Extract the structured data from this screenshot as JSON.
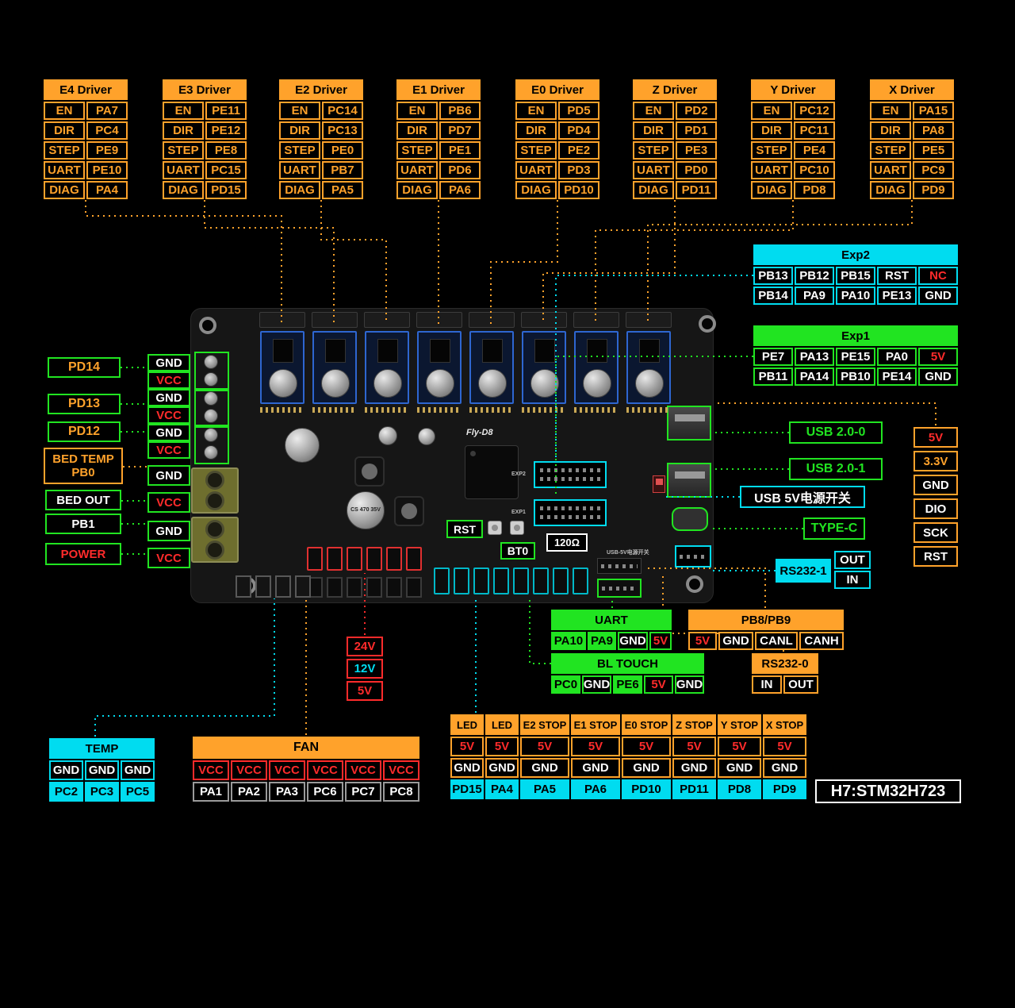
{
  "colors": {
    "orange": "#ffa22b",
    "cyan": "#00dcf0",
    "green": "#21e421",
    "red": "#ff2b2b"
  },
  "chip_label": "H7:STM32H723",
  "drivers": [
    {
      "title": "E4 Driver",
      "rows": [
        [
          "EN",
          "PA7"
        ],
        [
          "DIR",
          "PC4"
        ],
        [
          "STEP",
          "PE9"
        ],
        [
          "UART",
          "PE10"
        ],
        [
          "DIAG",
          "PA4"
        ]
      ]
    },
    {
      "title": "E3 Driver",
      "rows": [
        [
          "EN",
          "PE11"
        ],
        [
          "DIR",
          "PE12"
        ],
        [
          "STEP",
          "PE8"
        ],
        [
          "UART",
          "PC15"
        ],
        [
          "DIAG",
          "PD15"
        ]
      ]
    },
    {
      "title": "E2 Driver",
      "rows": [
        [
          "EN",
          "PC14"
        ],
        [
          "DIR",
          "PC13"
        ],
        [
          "STEP",
          "PE0"
        ],
        [
          "UART",
          "PB7"
        ],
        [
          "DIAG",
          "PA5"
        ]
      ]
    },
    {
      "title": "E1 Driver",
      "rows": [
        [
          "EN",
          "PB6"
        ],
        [
          "DIR",
          "PD7"
        ],
        [
          "STEP",
          "PE1"
        ],
        [
          "UART",
          "PD6"
        ],
        [
          "DIAG",
          "PA6"
        ]
      ]
    },
    {
      "title": "E0 Driver",
      "rows": [
        [
          "EN",
          "PD5"
        ],
        [
          "DIR",
          "PD4"
        ],
        [
          "STEP",
          "PE2"
        ],
        [
          "UART",
          "PD3"
        ],
        [
          "DIAG",
          "PD10"
        ]
      ]
    },
    {
      "title": "Z Driver",
      "rows": [
        [
          "EN",
          "PD2"
        ],
        [
          "DIR",
          "PD1"
        ],
        [
          "STEP",
          "PE3"
        ],
        [
          "UART",
          "PD0"
        ],
        [
          "DIAG",
          "PD11"
        ]
      ]
    },
    {
      "title": "Y Driver",
      "rows": [
        [
          "EN",
          "PC12"
        ],
        [
          "DIR",
          "PC11"
        ],
        [
          "STEP",
          "PE4"
        ],
        [
          "UART",
          "PC10"
        ],
        [
          "DIAG",
          "PD8"
        ]
      ]
    },
    {
      "title": "X Driver",
      "rows": [
        [
          "EN",
          "PA15"
        ],
        [
          "DIR",
          "PA8"
        ],
        [
          "STEP",
          "PE5"
        ],
        [
          "UART",
          "PC9"
        ],
        [
          "DIAG",
          "PD9"
        ]
      ]
    }
  ],
  "exp2": {
    "title": "Exp2",
    "rows": [
      [
        "PB13",
        "PB12",
        "PB15",
        "RST",
        "NC"
      ],
      [
        "PB14",
        "PA9",
        "PA10",
        "PE13",
        "GND"
      ]
    ]
  },
  "exp1": {
    "title": "Exp1",
    "rows": [
      [
        "PE7",
        "PA13",
        "PE15",
        "PA0",
        "5V"
      ],
      [
        "PB11",
        "PA14",
        "PB10",
        "PE14",
        "GND"
      ]
    ]
  },
  "left_panel": {
    "io": [
      "PD14",
      "PD13",
      "PD12"
    ],
    "bed_temp_line1": "BED TEMP",
    "bed_temp_line2": "PB0",
    "bed_out": "BED OUT",
    "pb1": "PB1",
    "power": "POWER",
    "pairs": [
      [
        "GND",
        "VCC"
      ],
      [
        "GND",
        "VCC"
      ],
      [
        "GND",
        "VCC"
      ],
      [
        "GND",
        "VCC"
      ],
      [
        "GND",
        "VCC"
      ]
    ]
  },
  "right_panel": {
    "usb0": "USB 2.0-0",
    "usb1": "USB 2.0-1",
    "usb5v": "USB 5V电源开关",
    "typec": "TYPE-C",
    "rs232_1": "RS232-1",
    "rs232_1_out": "OUT",
    "rs232_1_in": "IN",
    "pins": [
      "5V",
      "3.3V",
      "GND",
      "DIO",
      "SCK",
      "RST"
    ]
  },
  "uart": {
    "title": "UART",
    "cells": [
      "PA10",
      "PA9",
      "GND",
      "5V"
    ]
  },
  "bltouch": {
    "title": "BL TOUCH",
    "cells": [
      "PC0",
      "GND",
      "PE6",
      "5V",
      "GND"
    ]
  },
  "pb8pb9": {
    "title": "PB8/PB9",
    "cells": [
      "5V",
      "GND",
      "CANL",
      "CANH"
    ]
  },
  "rs232_0": {
    "title": "RS232-0",
    "cells": [
      "IN",
      "OUT"
    ]
  },
  "power_in": [
    "24V",
    "12V",
    "5V"
  ],
  "temp": {
    "title": "TEMP",
    "rows": [
      [
        "GND",
        "GND",
        "GND"
      ],
      [
        "PC2",
        "PC3",
        "PC5"
      ]
    ]
  },
  "fan": {
    "title": "FAN",
    "rows": [
      [
        "VCC",
        "VCC",
        "VCC",
        "VCC",
        "VCC",
        "VCC"
      ],
      [
        "PA1",
        "PA2",
        "PA3",
        "PC6",
        "PC7",
        "PC8"
      ]
    ]
  },
  "endstops": {
    "headers": [
      "LED",
      "LED",
      "E2 STOP",
      "E1 STOP",
      "E0 STOP",
      "Z STOP",
      "Y STOP",
      "X STOP"
    ],
    "rows": [
      [
        "5V",
        "5V",
        "5V",
        "5V",
        "5V",
        "5V",
        "5V",
        "5V"
      ],
      [
        "GND",
        "GND",
        "GND",
        "GND",
        "GND",
        "GND",
        "GND",
        "GND"
      ],
      [
        "PD15",
        "PA4",
        "PA5",
        "PA6",
        "PD10",
        "PD11",
        "PD8",
        "PD9"
      ]
    ]
  },
  "board": {
    "name": "Fly-D8",
    "silk_exp2": "EXP2",
    "silk_exp1": "EXP1",
    "rst": "RST",
    "bt0": "BT0",
    "resistor": "120Ω",
    "usb_silk": "USB-5V电源开关",
    "cap_label": "CS 470 35V"
  }
}
